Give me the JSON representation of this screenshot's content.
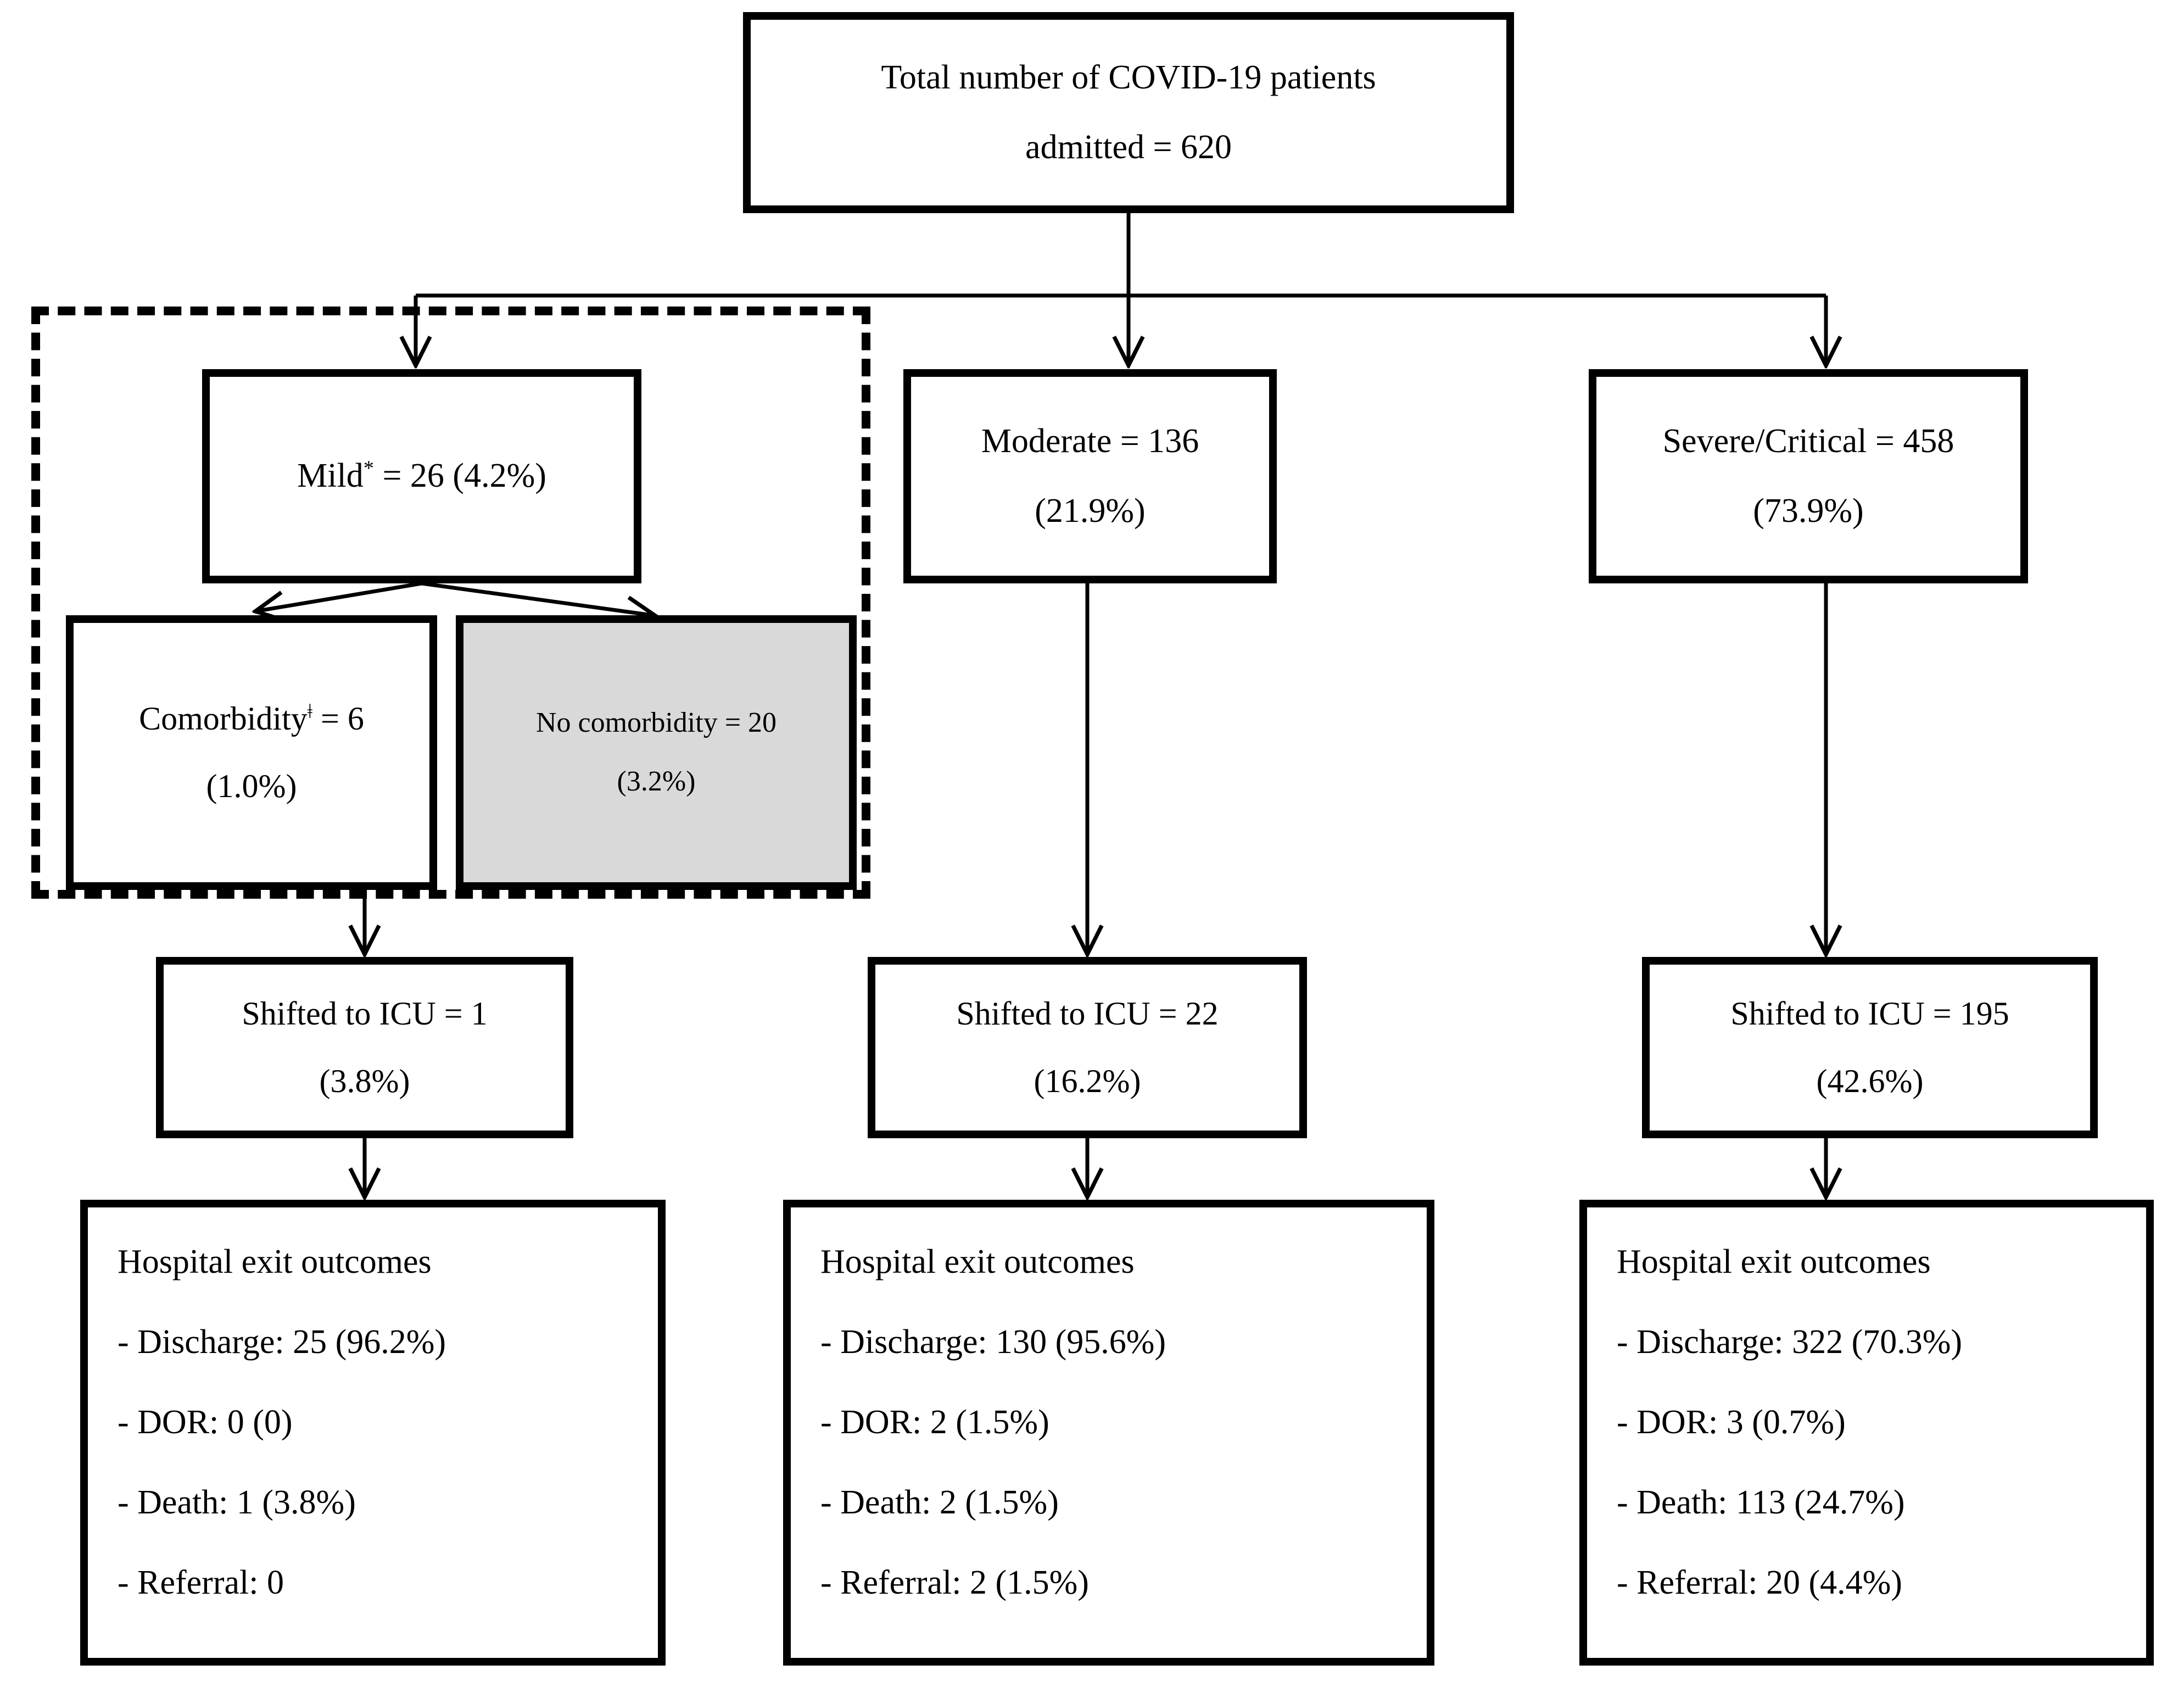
{
  "figure": {
    "type": "flowchart",
    "title": "COVID-19 patient admission, severity, ICU transfer and hospital exit outcomes flow diagram"
  },
  "nodes": {
    "total": {
      "line1": "Total number of COVID-19 patients",
      "line2": "admitted = 620",
      "count": 620
    },
    "mild": {
      "label": "Mild",
      "marker": "*",
      "line1": "= 26 (4.2%)",
      "count": 26,
      "percent": "4.2%"
    },
    "moderate": {
      "line1": "Moderate = 136",
      "line2": "(21.9%)",
      "count": 136,
      "percent": "21.9%"
    },
    "severe": {
      "line1": "Severe/Critical = 458",
      "line2": "(73.9%)",
      "count": 458,
      "percent": "73.9%"
    },
    "comorbidity": {
      "label": "Comorbidity",
      "marker": "ǂ",
      "line1": "= 6",
      "line2": "(1.0%)",
      "count": 6,
      "percent": "1.0%"
    },
    "no_comorbidity": {
      "line1": "No comorbidity = 20",
      "line2": "(3.2%)",
      "count": 20,
      "percent": "3.2%",
      "fill": "#d9d9d9"
    },
    "icu_mild": {
      "line1": "Shifted to ICU = 1",
      "line2": "(3.8%)",
      "count": 1,
      "percent": "3.8%"
    },
    "icu_moderate": {
      "line1": "Shifted to ICU = 22",
      "line2": "(16.2%)",
      "count": 22,
      "percent": "16.2%"
    },
    "icu_severe": {
      "line1": "Shifted to ICU = 195",
      "line2": "(42.6%)",
      "count": 195,
      "percent": "42.6%"
    },
    "outcomes_mild": {
      "heading": "Hospital exit outcomes",
      "items": [
        "- Discharge: 25 (96.2%)",
        "- DOR: 0 (0)",
        "- Death: 1 (3.8%)",
        "- Referral: 0"
      ]
    },
    "outcomes_moderate": {
      "heading": "Hospital exit outcomes",
      "items": [
        "- Discharge: 130 (95.6%)",
        "- DOR: 2 (1.5%)",
        "- Death: 2 (1.5%)",
        "- Referral: 2 (1.5%)"
      ]
    },
    "outcomes_severe": {
      "heading": "Hospital exit outcomes",
      "items": [
        "- Discharge: 322 (70.3%)",
        "- DOR: 3 (0.7%)",
        "- Death: 113 (24.7%)",
        "- Referral: 20 (4.4%)"
      ]
    }
  },
  "chart_data": {
    "type": "flowchart",
    "title": "COVID-19 admissions by severity with ICU transfer and exit outcomes",
    "total_admitted": 620,
    "severity_groups": [
      {
        "name": "Mild",
        "n": 26,
        "percent": 4.2,
        "subgroups": [
          {
            "name": "Comorbidity",
            "n": 6,
            "percent": 1.0
          },
          {
            "name": "No comorbidity",
            "n": 20,
            "percent": 3.2
          }
        ],
        "shifted_to_icu": {
          "n": 1,
          "percent": 3.8
        },
        "exit_outcomes": {
          "Discharge": {
            "n": 25,
            "percent": 96.2
          },
          "DOR": {
            "n": 0,
            "percent": 0
          },
          "Death": {
            "n": 1,
            "percent": 3.8
          },
          "Referral": {
            "n": 0,
            "percent": null
          }
        }
      },
      {
        "name": "Moderate",
        "n": 136,
        "percent": 21.9,
        "subgroups": [],
        "shifted_to_icu": {
          "n": 22,
          "percent": 16.2
        },
        "exit_outcomes": {
          "Discharge": {
            "n": 130,
            "percent": 95.6
          },
          "DOR": {
            "n": 2,
            "percent": 1.5
          },
          "Death": {
            "n": 2,
            "percent": 1.5
          },
          "Referral": {
            "n": 2,
            "percent": 1.5
          }
        }
      },
      {
        "name": "Severe/Critical",
        "n": 458,
        "percent": 73.9,
        "subgroups": [],
        "shifted_to_icu": {
          "n": 195,
          "percent": 42.6
        },
        "exit_outcomes": {
          "Discharge": {
            "n": 322,
            "percent": 70.3
          },
          "DOR": {
            "n": 3,
            "percent": 0.7
          },
          "Death": {
            "n": 113,
            "percent": 24.7
          },
          "Referral": {
            "n": 20,
            "percent": 4.4
          }
        }
      }
    ],
    "colors": {
      "box_border": "#000000",
      "box_fill": "#ffffff",
      "shaded_fill": "#d9d9d9",
      "edge": "#000000"
    }
  }
}
